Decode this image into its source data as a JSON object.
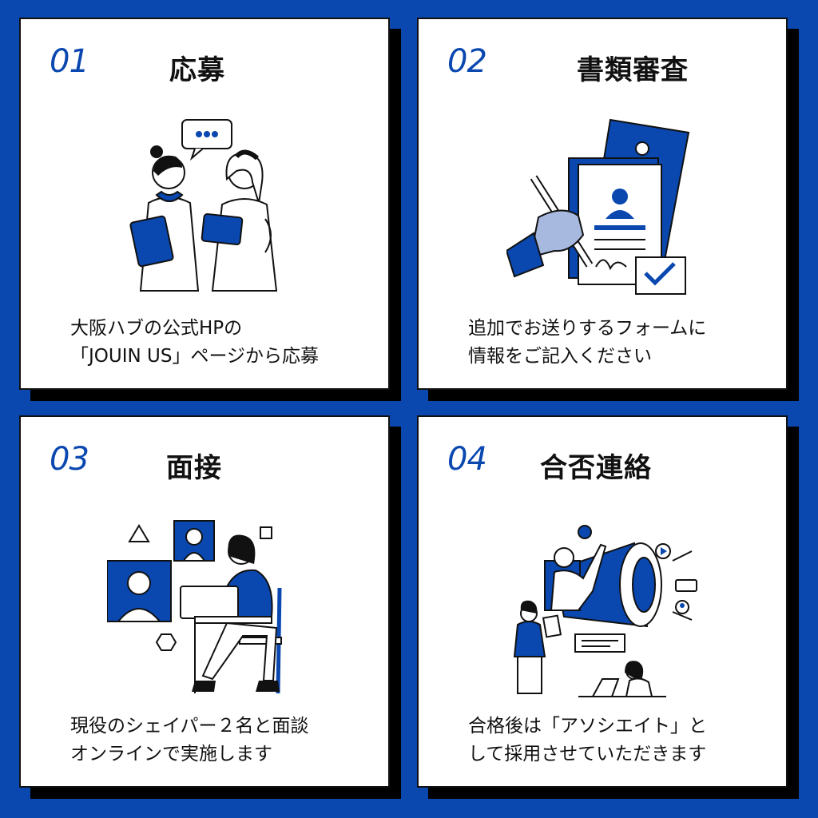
{
  "colors": {
    "background": "#0a48b0",
    "accent": "#0a48b0",
    "card": "#ffffff",
    "shadow": "#000000"
  },
  "steps": [
    {
      "number": "01",
      "title": "応募",
      "lines": [
        "大阪ハブの公式HPの",
        "「JOUIN US」ページから応募"
      ],
      "illustration": "two-women-chatting-with-tablets"
    },
    {
      "number": "02",
      "title": "書類審査",
      "lines": [
        "追加でお送りするフォームに",
        "情報をご記入ください"
      ],
      "illustration": "hand-signing-documents"
    },
    {
      "number": "03",
      "title": "面接",
      "lines": [
        "現役のシェイパー２名と面談",
        "オンラインで実施します"
      ],
      "illustration": "woman-video-call-laptop"
    },
    {
      "number": "04",
      "title": "合否連絡",
      "lines": [
        "合格後は「アソシエイト」と",
        "して採用させていただきます"
      ],
      "illustration": "megaphone-announcement"
    }
  ]
}
